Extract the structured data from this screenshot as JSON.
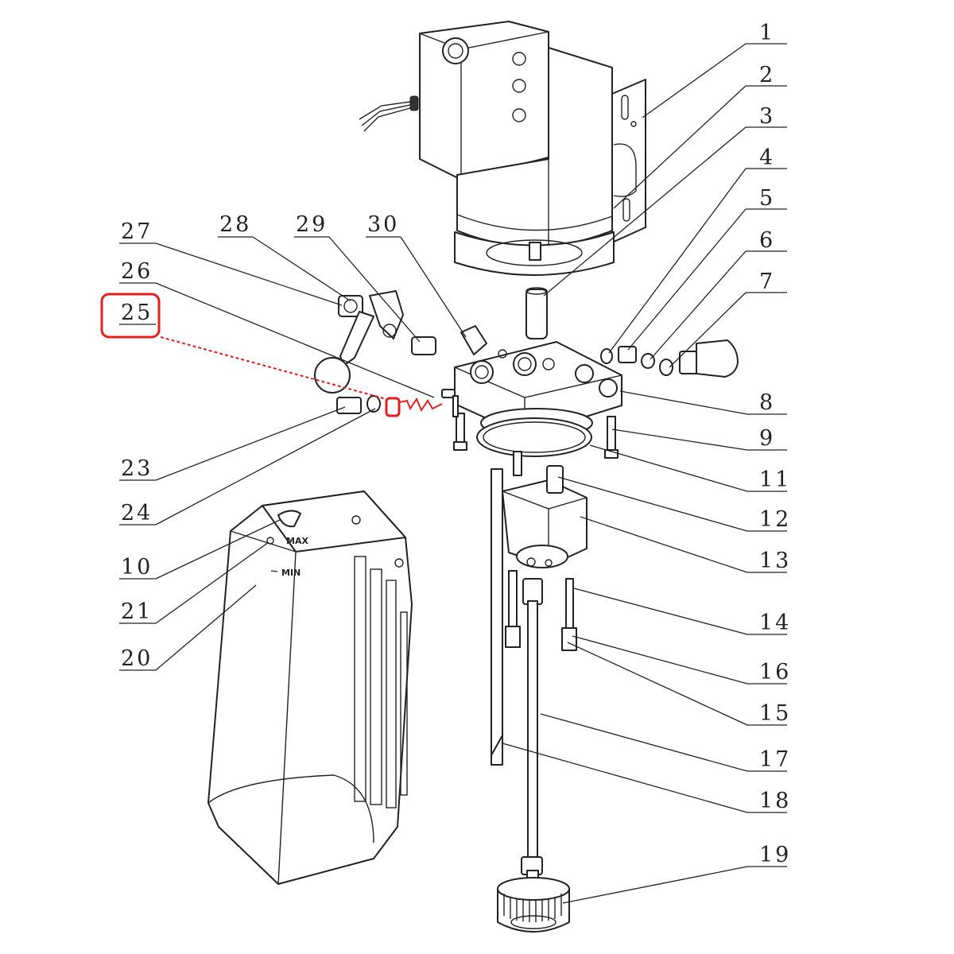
{
  "diagram": {
    "reservoir_labels": {
      "max": "MAX",
      "min": "MIN"
    },
    "highlight_color": "#e02020",
    "line_color": "#222222",
    "highlighted_part": "25",
    "callouts": {
      "c1": "1",
      "c2": "2",
      "c3": "3",
      "c4": "4",
      "c5": "5",
      "c6": "6",
      "c7": "7",
      "c8": "8",
      "c9": "9",
      "c10": "10",
      "c11": "11",
      "c12": "12",
      "c13": "13",
      "c14": "14",
      "c15": "15",
      "c16": "16",
      "c17": "17",
      "c18": "18",
      "c19": "19",
      "c20": "20",
      "c21": "21",
      "c23": "23",
      "c24": "24",
      "c25": "25",
      "c26": "26",
      "c27": "27",
      "c28": "28",
      "c29": "29",
      "c30": "30"
    }
  }
}
